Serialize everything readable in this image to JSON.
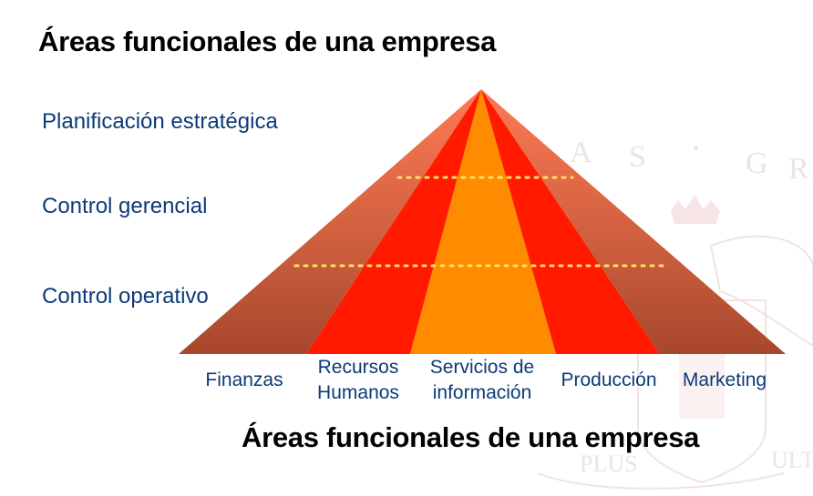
{
  "title_top": "Áreas funcionales de una empresa",
  "title_bottom": "Áreas funcionales de una empresa",
  "levels": [
    {
      "label": "Planificación estratégica"
    },
    {
      "label": "Control gerencial"
    },
    {
      "label": "Control operativo"
    }
  ],
  "areas": [
    {
      "label": "Finanzas",
      "color": "#b5573a"
    },
    {
      "label": "Recursos\nHumanos",
      "color": "#ff1a00"
    },
    {
      "label": "Servicios de\ninformación",
      "color": "#ff8c00"
    },
    {
      "label": "Producción",
      "color": "#ff1a00"
    },
    {
      "label": "Marketing",
      "color": "#b5573a"
    }
  ],
  "watermark": {
    "letters_top": [
      "A",
      "S",
      "•",
      "G",
      "R"
    ],
    "motto_left": "PLUS",
    "motto_right": "ULTRA"
  },
  "colors": {
    "dotted_line": "#ffe066",
    "text_blue": "#0d3a78"
  }
}
